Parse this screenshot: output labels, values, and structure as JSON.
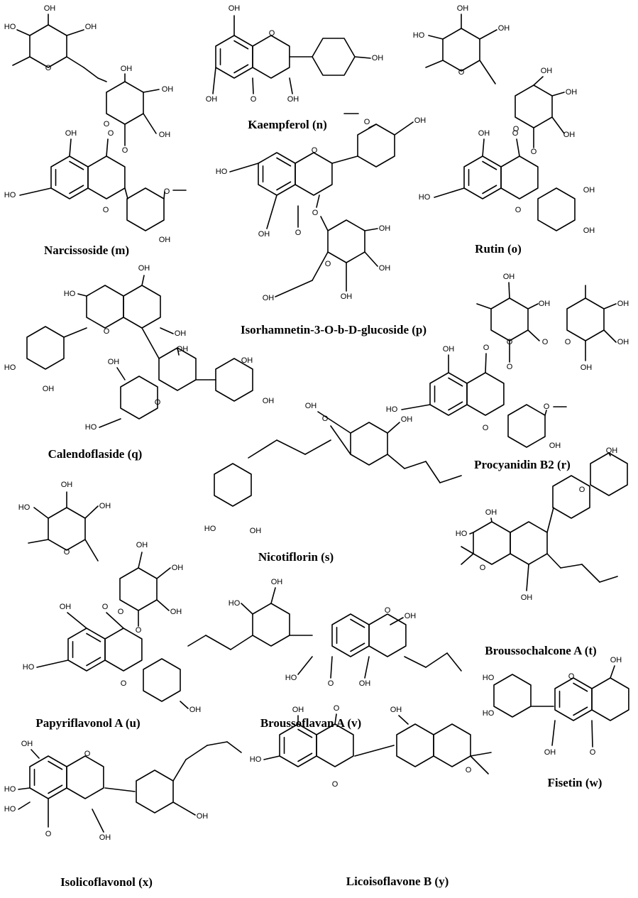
{
  "figure": {
    "atoms": {
      "oh": "OH",
      "ho": "HO",
      "o": "O"
    },
    "compounds": [
      {
        "id": "m",
        "name": "Narcissoside (m)"
      },
      {
        "id": "n",
        "name": "Kaempferol (n)"
      },
      {
        "id": "o",
        "name": "Rutin (o)"
      },
      {
        "id": "p",
        "name": "Isorhamnetin-3-O-b-D-glucoside (p)"
      },
      {
        "id": "q",
        "name": "Calendoflaside (q)"
      },
      {
        "id": "r",
        "name": "Procyanidin B2 (r)"
      },
      {
        "id": "s",
        "name": "Nicotiflorin (s)"
      },
      {
        "id": "t",
        "name": "Broussochalcone A (t)"
      },
      {
        "id": "u",
        "name": "Papyriflavonol A (u)"
      },
      {
        "id": "v",
        "name": "Broussoflavan A (v)"
      },
      {
        "id": "w",
        "name": "Fisetin (w)"
      },
      {
        "id": "x",
        "name": "Isolicoflavonol (x)"
      },
      {
        "id": "y",
        "name": "Licoisoflavone B (y)"
      }
    ]
  }
}
